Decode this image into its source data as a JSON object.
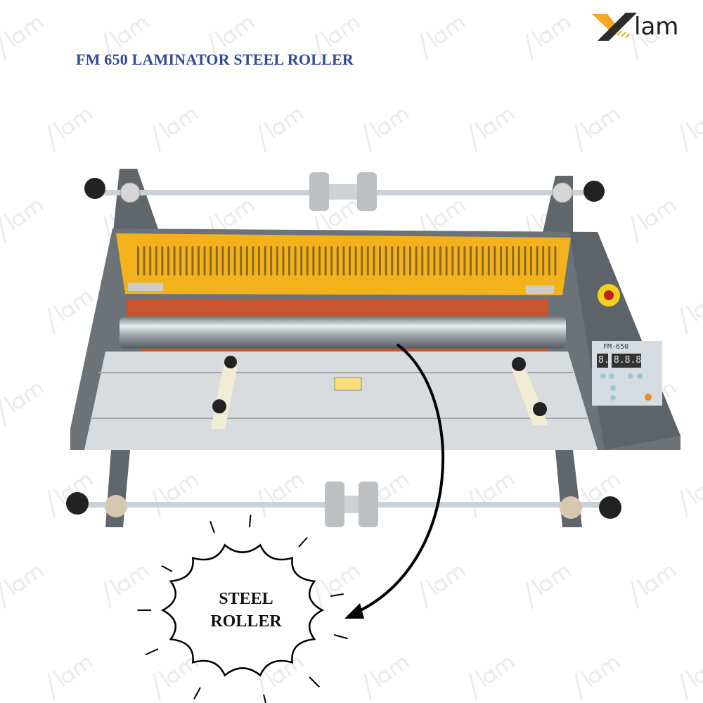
{
  "title": "FM 650 LAMINATOR STEEL ROLLER",
  "logo": {
    "text": "lam",
    "mark": "X",
    "colors": {
      "accent": "#f5a623",
      "dark": "#2b2b2b"
    }
  },
  "watermark": "lam",
  "callout": {
    "line1": "STEEL",
    "line2": "ROLLER"
  },
  "control_panel": {
    "model": "FM-650",
    "display_small": "8.",
    "display_large": "8.8.8."
  },
  "colors": {
    "title": "#2f4a9c",
    "guard": "#f3b21c",
    "body": "#6b7278",
    "tray": "#d9dcde",
    "silicone": "#c8552e",
    "button_orange": "#f28a1a"
  }
}
